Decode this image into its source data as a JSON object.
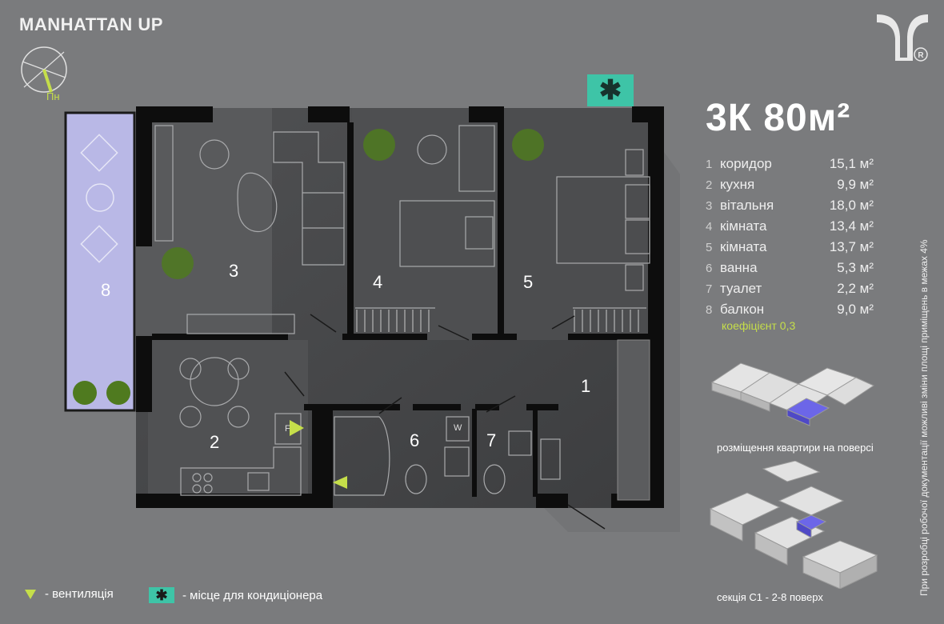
{
  "brand": "MANHATTAN UP",
  "apartment_title": "3К 80м²",
  "compass_label": "Пн",
  "rooms": [
    {
      "num": "1",
      "name": "коридор",
      "area": "15,1 м²"
    },
    {
      "num": "2",
      "name": "кухня",
      "area": "9,9 м²"
    },
    {
      "num": "3",
      "name": "вітальня",
      "area": "18,0 м²"
    },
    {
      "num": "4",
      "name": "кімната",
      "area": "13,4 м²"
    },
    {
      "num": "5",
      "name": "кімната",
      "area": "13,7 м²"
    },
    {
      "num": "6",
      "name": "ванна",
      "area": "5,3 м²"
    },
    {
      "num": "7",
      "name": "туалет",
      "area": "2,2 м²"
    },
    {
      "num": "8",
      "name": "балкон",
      "area": "9,0 м²"
    }
  ],
  "coefficient": "коефіцієнт 0,3",
  "plan_labels": {
    "r1": "1",
    "r2": "2",
    "r3": "3",
    "r4": "4",
    "r5": "5",
    "r6": "6",
    "r7": "7",
    "r8": "8"
  },
  "appliance_labels": {
    "fridge": "F",
    "washer": "W"
  },
  "ac_symbol": "✱",
  "floor_caption": "розміщення квартири на поверсі",
  "section_caption": "секція С1 - 2-8 поверх",
  "side_note": "При розробці робочої документації можливі зміни площі приміщень в межах 4%",
  "legend": {
    "ventilation": "- вентиляція",
    "ac_place": "- місце для кондиціонера"
  },
  "colors": {
    "background": "#7a7b7d",
    "accent_green": "#c5de4a",
    "ac_teal": "#3ec4a7",
    "balcony": "#b9b8e6",
    "highlight_blue": "#6c66e8",
    "wall": "#0d0d0d"
  }
}
